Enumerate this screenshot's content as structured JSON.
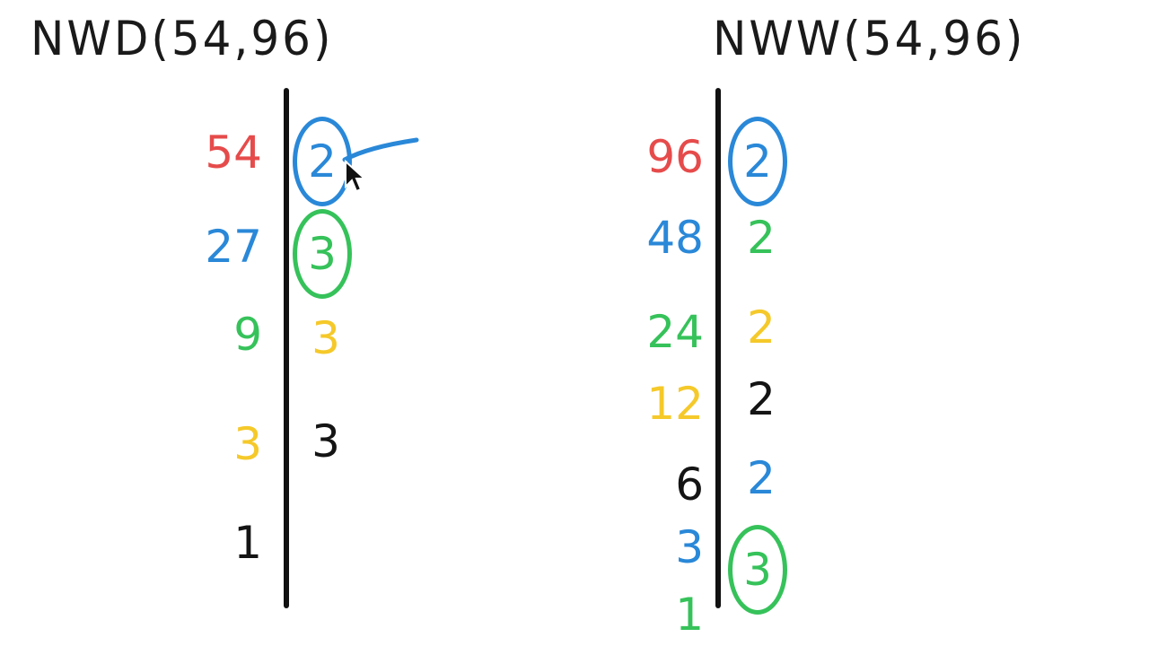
{
  "colors": {
    "red": "#e64b4b",
    "blue": "#2a88d8",
    "green": "#36c25a",
    "yellow": "#f5c92a",
    "black": "#141414"
  },
  "gcd": {
    "title": "NWD(54,96)",
    "left": [
      {
        "text": "54",
        "color": "red"
      },
      {
        "text": "27",
        "color": "blue"
      },
      {
        "text": "9",
        "color": "green"
      },
      {
        "text": "3",
        "color": "yellow"
      },
      {
        "text": "1",
        "color": "black"
      }
    ],
    "right": [
      {
        "text": "2",
        "color": "blue",
        "circled": true
      },
      {
        "text": "3",
        "color": "green",
        "circled": true
      },
      {
        "text": "3",
        "color": "yellow",
        "circled": false
      },
      {
        "text": "3",
        "color": "black",
        "circled": false
      }
    ]
  },
  "lcm": {
    "title": "NWW(54,96)",
    "left": [
      {
        "text": "96",
        "color": "red"
      },
      {
        "text": "48",
        "color": "blue"
      },
      {
        "text": "24",
        "color": "green"
      },
      {
        "text": "12",
        "color": "yellow"
      },
      {
        "text": "6",
        "color": "black"
      },
      {
        "text": "3",
        "color": "blue"
      },
      {
        "text": "1",
        "color": "green"
      }
    ],
    "right": [
      {
        "text": "2",
        "color": "blue",
        "circled": true
      },
      {
        "text": "2",
        "color": "green",
        "circled": false
      },
      {
        "text": "2",
        "color": "yellow",
        "circled": false
      },
      {
        "text": "2",
        "color": "black",
        "circled": false
      },
      {
        "text": "2",
        "color": "blue",
        "circled": false
      },
      {
        "text": "3",
        "color": "green",
        "circled": true
      }
    ]
  },
  "pointer": {
    "icon": "mouse-cursor-icon"
  }
}
